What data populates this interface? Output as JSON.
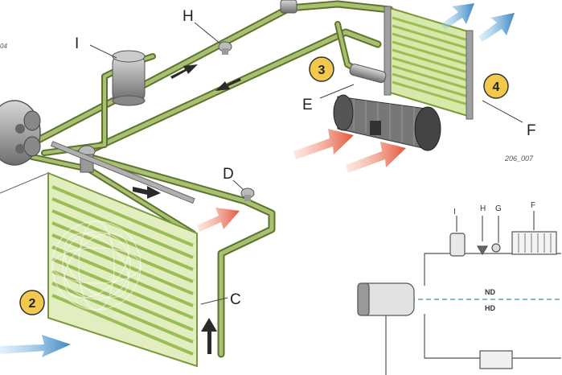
{
  "labels": {
    "I": "I",
    "H": "H",
    "E": "E",
    "F": "F",
    "D": "D",
    "C": "C"
  },
  "badges": {
    "b2": "2",
    "b3": "3",
    "b4": "4"
  },
  "reference": "206_007",
  "corner_fragment": "04",
  "schematic": {
    "top_labels": [
      "I",
      "H",
      "G",
      "F"
    ],
    "nd": "ND",
    "hd": "HD"
  },
  "colors": {
    "pipe": "#6f8a3a",
    "pipe_light": "#a8c070",
    "coil": "#b9d17a",
    "hot_arrow": "#e2553b",
    "cold_arrow": "#4a8fc7",
    "badge": "#f2c94c"
  }
}
